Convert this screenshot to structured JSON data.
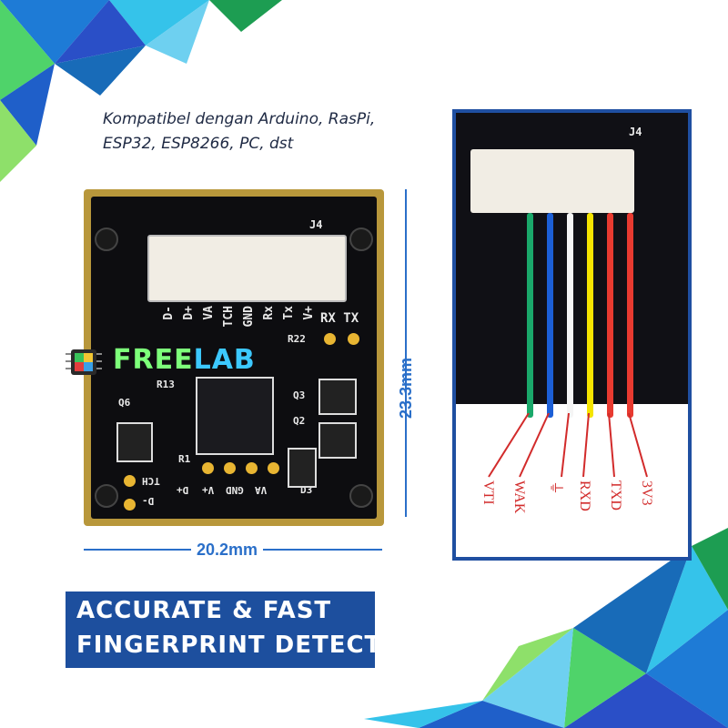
{
  "caption": {
    "line1": "Kompatibel dengan Arduino, RasPi,",
    "line2": "ESP32, ESP8266, PC, dst"
  },
  "logo": {
    "part1": "FREE",
    "part2": "LAB",
    "color_free": "#7dff7a",
    "color_lab": "#3cc8ff"
  },
  "dimensions": {
    "height": "23.3mm",
    "width": "20.2mm"
  },
  "pcb_silkscreen": {
    "connector_ref": "J4",
    "pins": [
      "D-",
      "D+",
      "VA",
      "TCH",
      "GND",
      "Rx",
      "Tx",
      "V+"
    ],
    "rxtx": "RX TX",
    "refs": [
      "R22",
      "R13",
      "R1",
      "Q6",
      "Q3",
      "Q2",
      "D3"
    ],
    "bottom_pads": [
      "D-",
      "TCH",
      "D+",
      "V+",
      "GND",
      "VA"
    ]
  },
  "wiring": {
    "connector_ref": "J4",
    "pins": [
      "VTI",
      "WAK",
      "⏚",
      "RXD",
      "TXD",
      "3V3"
    ],
    "wire_colors": [
      "#1aa86a",
      "#1c5fd6",
      "#f5f5f5",
      "#f5e400",
      "#e83a30",
      "#e83a30"
    ]
  },
  "banner": {
    "line1": "ACCURATE & FAST",
    "line2": "FINGERPRINT DETECT!"
  },
  "colors": {
    "accent_blue": "#1d4f9e",
    "dimension_blue": "#2a6fc9",
    "label_red": "#d22b2b"
  }
}
